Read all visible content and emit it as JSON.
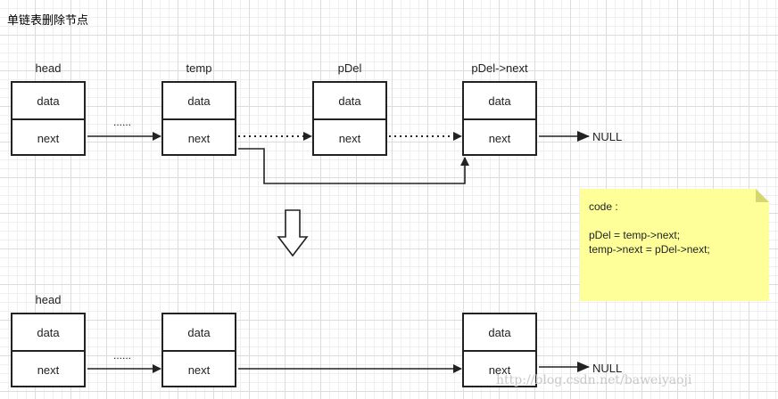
{
  "title": "单链表删除节点",
  "top_diagram": {
    "nodes": [
      {
        "label": "head",
        "data": "data",
        "next": "next"
      },
      {
        "label": "temp",
        "data": "data",
        "next": "next"
      },
      {
        "label": "pDel",
        "data": "data",
        "next": "next"
      },
      {
        "label": "pDel->next",
        "data": "data",
        "next": "next"
      }
    ],
    "ellipsis": "......",
    "null_label": "NULL"
  },
  "bottom_diagram": {
    "nodes": [
      {
        "label": "head",
        "data": "data",
        "next": "next"
      },
      {
        "label": "",
        "data": "data",
        "next": "next"
      },
      {
        "label": "",
        "data": "data",
        "next": "next"
      }
    ],
    "ellipsis": "......",
    "null_label": "NULL"
  },
  "note": {
    "lines": [
      "code :",
      "",
      "pDel = temp->next;",
      "temp->next = pDel->next;"
    ],
    "fill_color": "#ffff99",
    "fold_color": "#d6d66f"
  },
  "watermark": "http://blog.csdn.net/baweiyaoji",
  "colors": {
    "line": "#222222",
    "grid": "#dcdcdc"
  }
}
